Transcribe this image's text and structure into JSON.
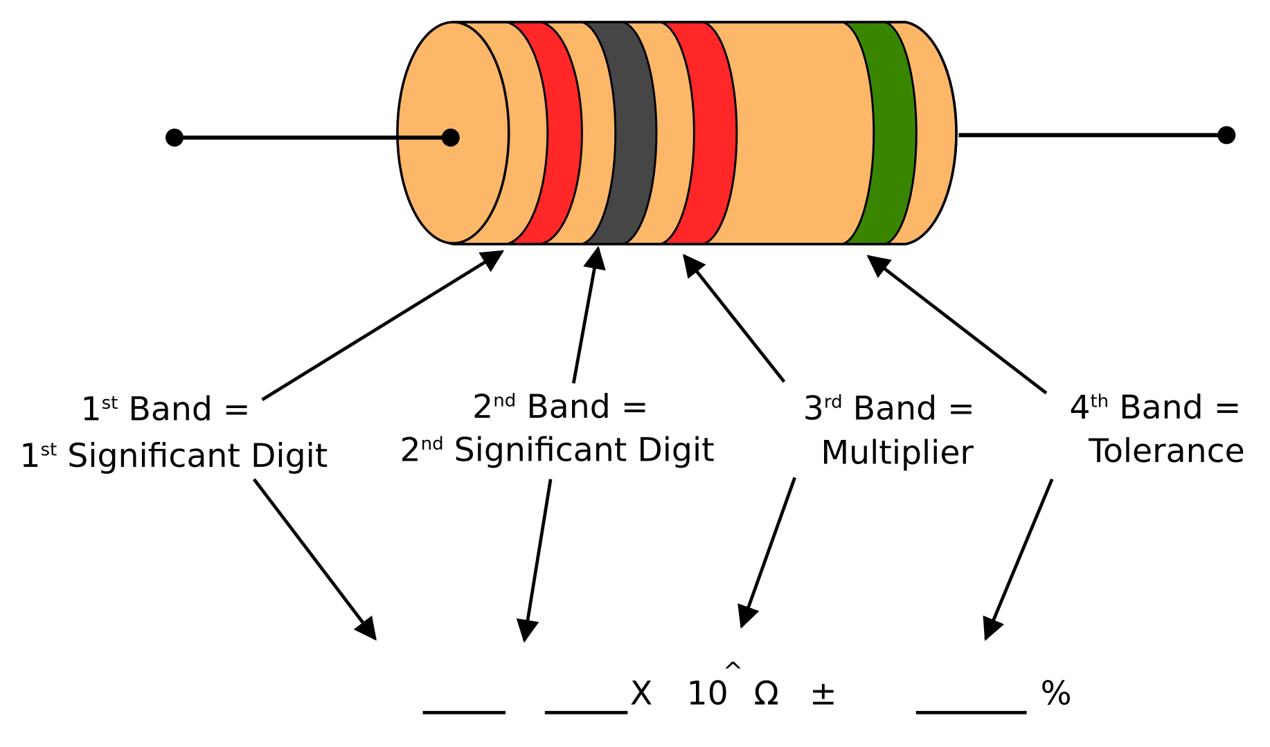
{
  "diagram": {
    "title": "4-band resistor color code",
    "colors": {
      "body": "#FDB768",
      "outline": "#000000",
      "band_1": "#FF2727",
      "band_2": "#464646",
      "band_3": "#FF2727",
      "band_4": "#3A8500"
    },
    "bands": [
      {
        "name": "1st Band",
        "color_name": "red"
      },
      {
        "name": "2nd Band",
        "color_name": "black"
      },
      {
        "name": "3rd Band",
        "color_name": "red"
      },
      {
        "name": "4th Band",
        "color_name": "green"
      }
    ],
    "labels": [
      {
        "line1_num": "1",
        "line1_sup": "st",
        "line1_rest": " Band =",
        "line2_num": "1",
        "line2_sup": "st",
        "line2_rest": " Significant Digit"
      },
      {
        "line1_num": "2",
        "line1_sup": "nd",
        "line1_rest": " Band =",
        "line2_num": "2",
        "line2_sup": "nd",
        "line2_rest": " Significant Digit"
      },
      {
        "line1_num": "3",
        "line1_sup": "rd",
        "line1_rest": " Band =",
        "line2_text": "Multiplier"
      },
      {
        "line1_num": "4",
        "line1_sup": "th",
        "line1_rest": " Band =",
        "line2_text": "Tolerance"
      }
    ],
    "formula": {
      "times": "X",
      "ten": "10",
      "caret": "^",
      "ohm": "Ω",
      "plusminus": "±",
      "percent": "%"
    }
  }
}
